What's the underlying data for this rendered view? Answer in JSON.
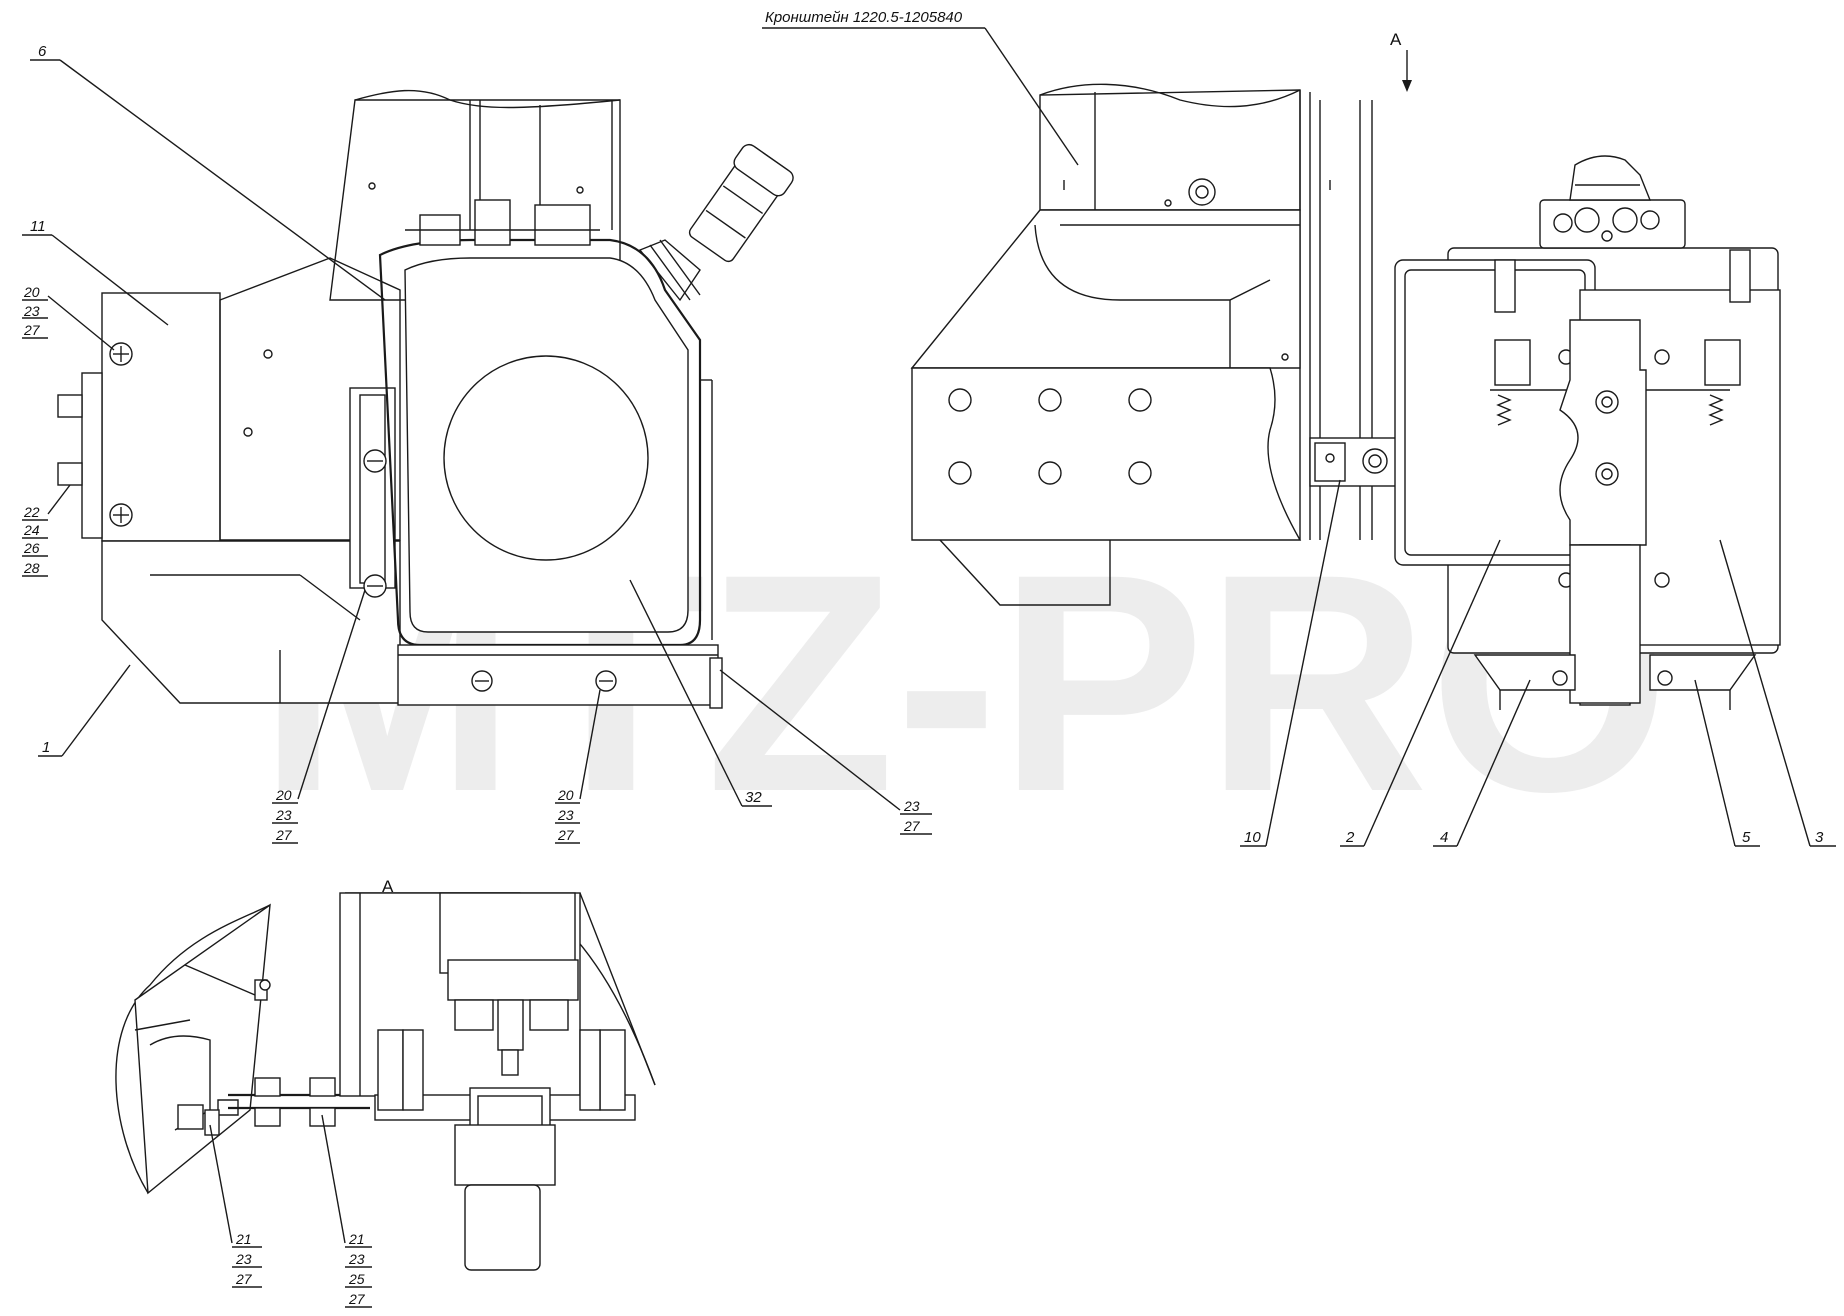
{
  "watermark": "MTZ-PRO",
  "bracket_label": "Кронштейн 1220.5-1205840",
  "view_marker": "A",
  "view_title": "A",
  "callouts": {
    "c1": "1",
    "c2": "2",
    "c3": "3",
    "c4": "4",
    "c5": "5",
    "c6": "6",
    "c10": "10",
    "c11": "11",
    "c32": "32"
  },
  "stacks": {
    "left_top": [
      "20",
      "23",
      "27"
    ],
    "left_bottom": [
      "22",
      "24",
      "26",
      "28"
    ],
    "bottom_left": [
      "20",
      "23",
      "27"
    ],
    "bottom_mid": [
      "20",
      "23",
      "27"
    ],
    "right_small": [
      "23",
      "27"
    ],
    "view_a_left": [
      "21",
      "23",
      "27"
    ],
    "view_a_right": [
      "21",
      "23",
      "25",
      "27"
    ]
  }
}
